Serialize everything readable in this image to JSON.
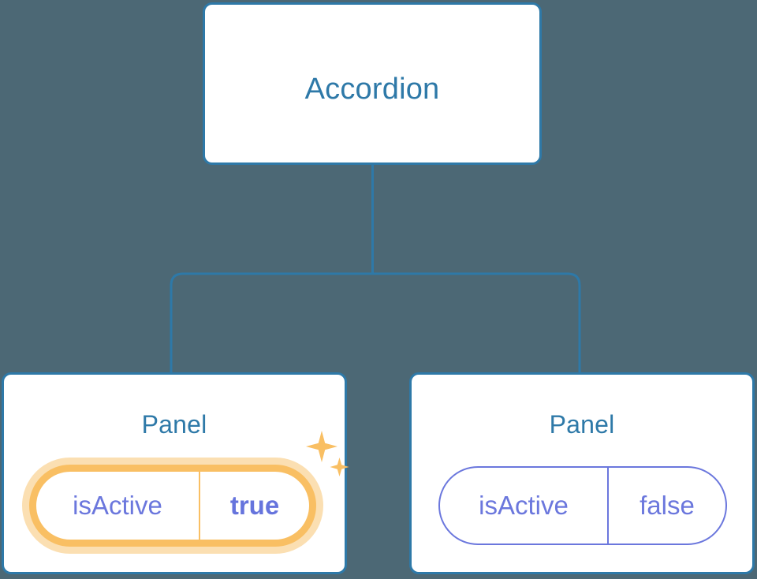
{
  "diagram": {
    "background_color": "#4c6875",
    "connector_color": "#2e79a8",
    "nodes": {
      "root": {
        "title": "Accordion",
        "border_color": "#2e79a8",
        "text_color": "#2e79a8",
        "background_color": "#ffffff"
      },
      "panel_left": {
        "title": "Panel",
        "border_color": "#2e79a8",
        "text_color": "#2e79a8",
        "background_color": "#ffffff",
        "prop": {
          "key": "isActive",
          "value": "true",
          "highlighted": true,
          "highlight_color": "#f9bf63",
          "glow_color": "#fbdfb2",
          "key_color": "#6b77dd",
          "value_color": "#6674dd"
        },
        "sparkle_icon_color": "#f9bf63"
      },
      "panel_right": {
        "title": "Panel",
        "border_color": "#2e79a8",
        "text_color": "#2e79a8",
        "background_color": "#ffffff",
        "prop": {
          "key": "isActive",
          "value": "false",
          "highlighted": false,
          "border_color": "#6b77dd",
          "key_color": "#6b77dd",
          "value_color": "#6b77dd"
        }
      }
    }
  }
}
